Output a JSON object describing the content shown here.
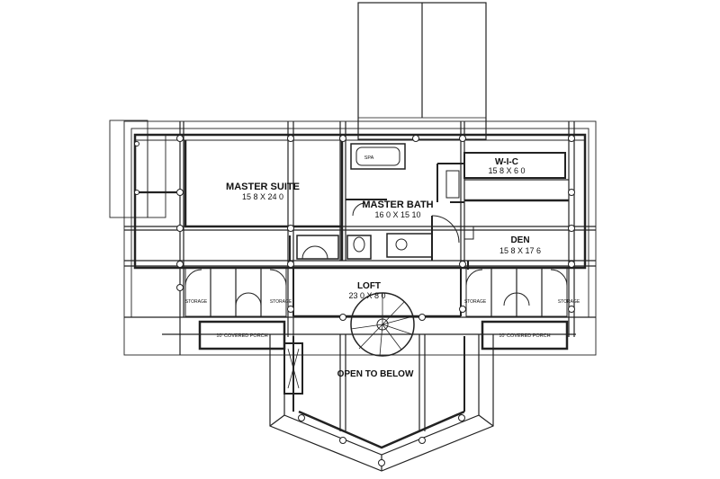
{
  "rooms": {
    "master_suite": {
      "name": "MASTER SUITE",
      "dims": "15 8 X 24 0"
    },
    "master_bath": {
      "name": "MASTER BATH",
      "dims": "16 0 X 15 10"
    },
    "wic": {
      "name": "W-I-C",
      "dims": "15 8 X 6 0"
    },
    "den": {
      "name": "DEN",
      "dims": "15 8 X 17 6"
    },
    "loft": {
      "name": "LOFT",
      "dims": "23 0 X 8 0"
    },
    "open_to_below": {
      "name": "OPEN TO BELOW"
    }
  },
  "labels": {
    "spa": "SPA",
    "storage_1": "STORAGE",
    "storage_2": "STORAGE",
    "storage_3": "STORAGE",
    "storage_4": "STORAGE",
    "porch_left": "10' COVERED PORCH",
    "porch_right": "10' COVERED PORCH"
  }
}
